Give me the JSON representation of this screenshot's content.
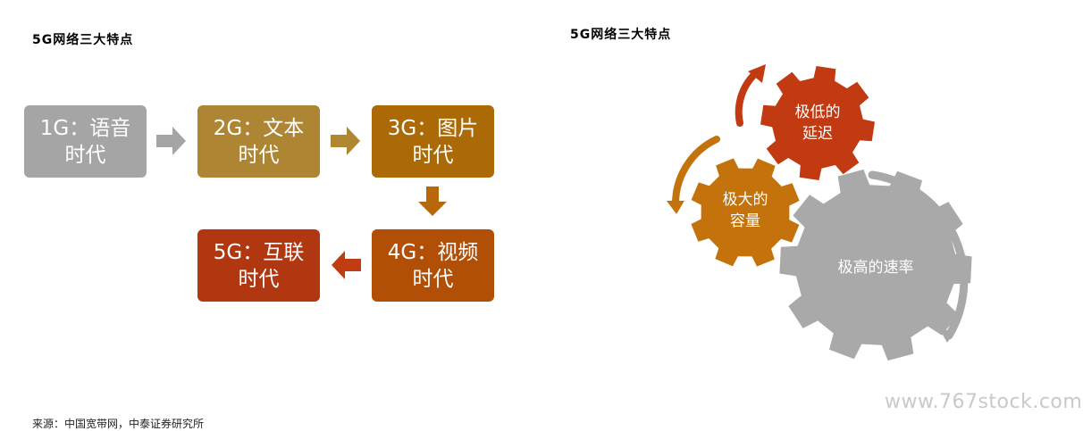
{
  "left_title": "5G网络三大特点",
  "right_title": "5G网络三大特点",
  "generations": [
    {
      "label": "1G：语音\n时代",
      "color": "#a5a5a5"
    },
    {
      "label": "2G：文本\n时代",
      "color": "#ad8533"
    },
    {
      "label": "3G：图片\n时代",
      "color": "#ab6a06"
    },
    {
      "label": "4G：视频\n时代",
      "color": "#b04f05"
    },
    {
      "label": "5G：互联\n时代",
      "color": "#b13710"
    }
  ],
  "gears": [
    {
      "label": "极低的\n延迟",
      "color": "#c13a12"
    },
    {
      "label": "极大的\n容量",
      "color": "#c4720c"
    },
    {
      "label": "极高的速率",
      "color": "#a9a9a9"
    }
  ],
  "colors": {
    "arrow_gray": "#a5a5a5",
    "arrow_tan": "#b08632",
    "arrow_orange": "#b8680a",
    "arrow_red": "#c03d12",
    "cycle_red": "#c13a12",
    "cycle_orange": "#c4720c",
    "cycle_gray": "#a9a9a9"
  },
  "source": "来源：中国宽带网，中泰证券研究所",
  "watermark": "www.767stock.com"
}
